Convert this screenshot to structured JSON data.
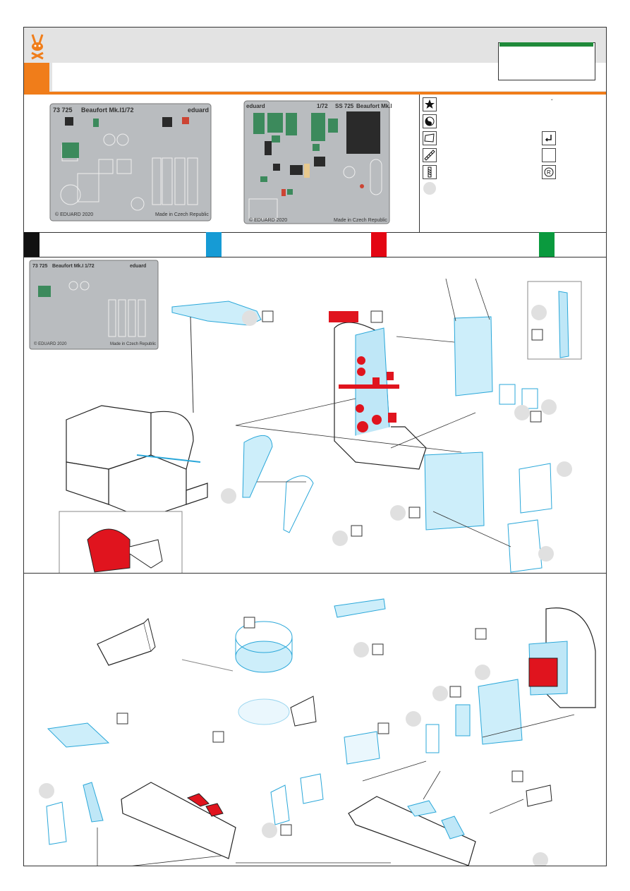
{
  "fret1": {
    "code": "73 725",
    "name": "Beaufort Mk.I",
    "scale": "1/72",
    "brand": "eduard",
    "copyright": "© EDUARD 2020",
    "origin": "Made in Czech Republic"
  },
  "fret2": {
    "brand": "eduard",
    "scale": "1/72",
    "code": "SS 725",
    "name": "Beaufort Mk.I",
    "copyright": "© EDUARD 2020",
    "origin": "Made in Czech Republic"
  },
  "legend": {
    "mark": "ˇ"
  },
  "colors": {
    "black": "#111111",
    "blue": "#169bd5",
    "red": "#e30613",
    "green": "#0a9a3e",
    "orange": "#f07d1a",
    "part_blue": "#4fc3e8",
    "part_red": "#e0141e"
  },
  "icons": [
    "eduard-bunny-logo",
    "star-icon",
    "yin-yang-icon",
    "decal-paper-icon",
    "ruler-icon",
    "drill-icon",
    "fold-icon",
    "blank-icon",
    "registered-icon"
  ]
}
